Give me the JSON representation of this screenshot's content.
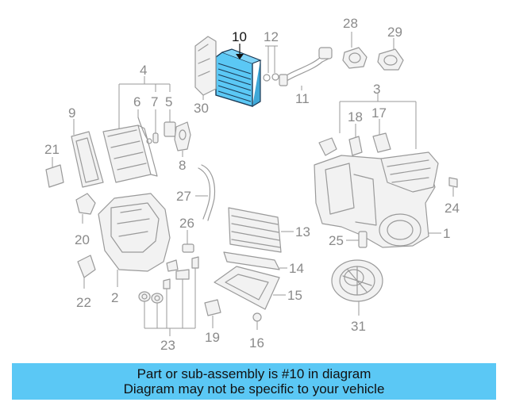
{
  "colors": {
    "banner_background": "#5bc8f5",
    "highlight_part": "#5bc8f5",
    "line_art": "#9a9a9a",
    "highlight_label": "#111111"
  },
  "callouts": {
    "c1": "1",
    "c2": "2",
    "c3": "3",
    "c4": "4",
    "c5": "5",
    "c6": "6",
    "c7": "7",
    "c8": "8",
    "c9": "9",
    "c10": "10",
    "c11": "11",
    "c12": "12",
    "c13": "13",
    "c14": "14",
    "c15": "15",
    "c16": "16",
    "c17": "17",
    "c18": "18",
    "c19": "19",
    "c20": "20",
    "c21": "21",
    "c22": "22",
    "c23": "23",
    "c24": "24",
    "c25": "25",
    "c26": "26",
    "c27": "27",
    "c28": "28",
    "c29": "29",
    "c30": "30",
    "c31": "31"
  },
  "highlighted_part": "10",
  "banner": {
    "line1": "Part or sub-assembly is #10 in diagram",
    "line2": "Diagram may not be specific to your vehicle"
  }
}
